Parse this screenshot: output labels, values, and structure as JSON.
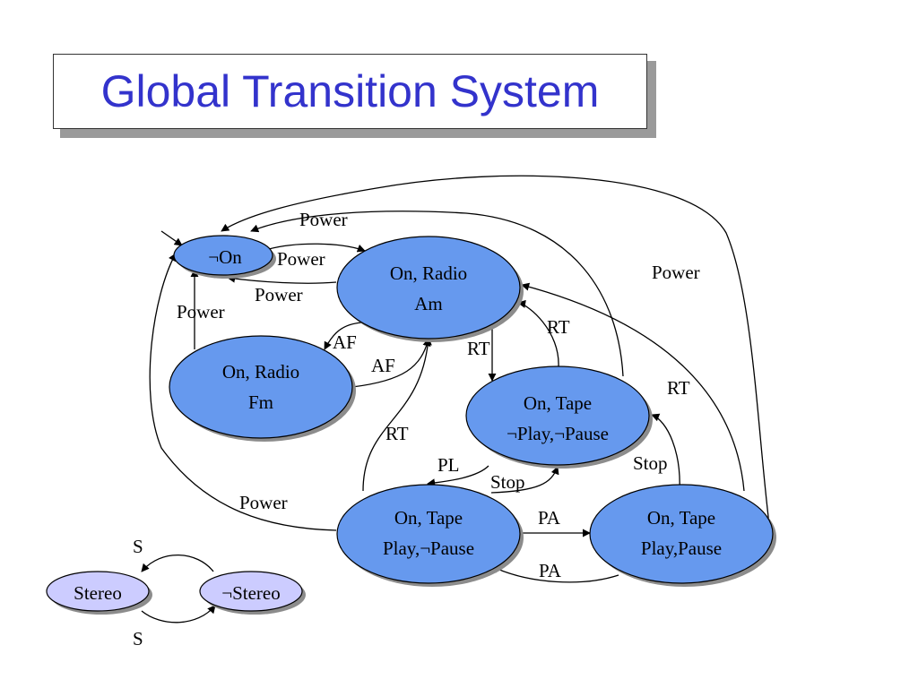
{
  "title": "Global Transition System",
  "colors": {
    "title_text": "#3333cc",
    "state_fill": "#6699ee",
    "stereo_fill": "#ccccff",
    "shadow": "#8c8c8c",
    "edge": "#000000"
  },
  "states": {
    "off": "¬On",
    "radio_am": [
      "On, Radio",
      "Am"
    ],
    "radio_fm": [
      "On, Radio",
      "Fm"
    ],
    "tape_stopped": [
      "On, Tape",
      "¬Play,¬Pause"
    ],
    "tape_play": [
      "On, Tape",
      "Play,¬Pause"
    ],
    "tape_pause": [
      "On, Tape",
      "Play,Pause"
    ],
    "stereo": "Stereo",
    "not_stereo": "¬Stereo"
  },
  "transitions": {
    "power_top": "Power",
    "power_off_to_am": "Power",
    "power_am_to_off": "Power",
    "power_fm_to_off": "Power",
    "power_pause_to_off": "Power",
    "power_play_to_off": "Power",
    "af_am_to_fm": "AF",
    "af_fm_to_am": "AF",
    "rt_am_to_tape": "RT",
    "rt_tape_to_am": "RT",
    "rt_play_to_am": "RT",
    "rt_pause_to_am": "RT",
    "pl": "PL",
    "stop_play": "Stop",
    "stop_pause": "Stop",
    "pa_play_to_pause": "PA",
    "pa_pause_to_play": "PA",
    "s_top": "S",
    "s_bottom": "S"
  }
}
